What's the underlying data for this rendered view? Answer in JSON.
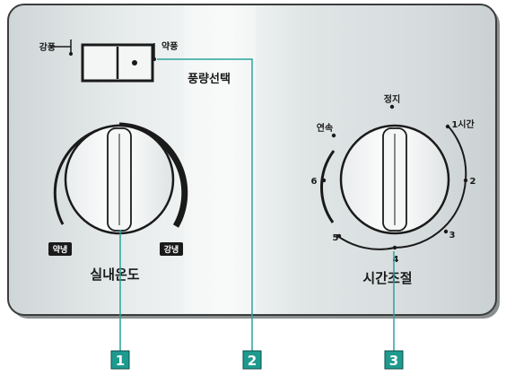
{
  "fan_switch": {
    "left_label": "강풍",
    "right_label": "약풍",
    "caption": "풍량선택"
  },
  "temp_dial": {
    "left_badge": "약냉",
    "right_badge": "강냉",
    "caption": "실내온도"
  },
  "timer_dial": {
    "labels": [
      "정지",
      "1시간",
      "2",
      "3",
      "4",
      "5",
      "6",
      "연속"
    ],
    "caption": "시간조절"
  },
  "callouts": [
    "1",
    "2",
    "3"
  ],
  "colors": {
    "panel": "#dfe5e6",
    "panel_border": "#3c3c3c",
    "callout_line": "#2aa39c",
    "callout_badge": "#1f9a8f",
    "dark": "#1a1a1a"
  }
}
